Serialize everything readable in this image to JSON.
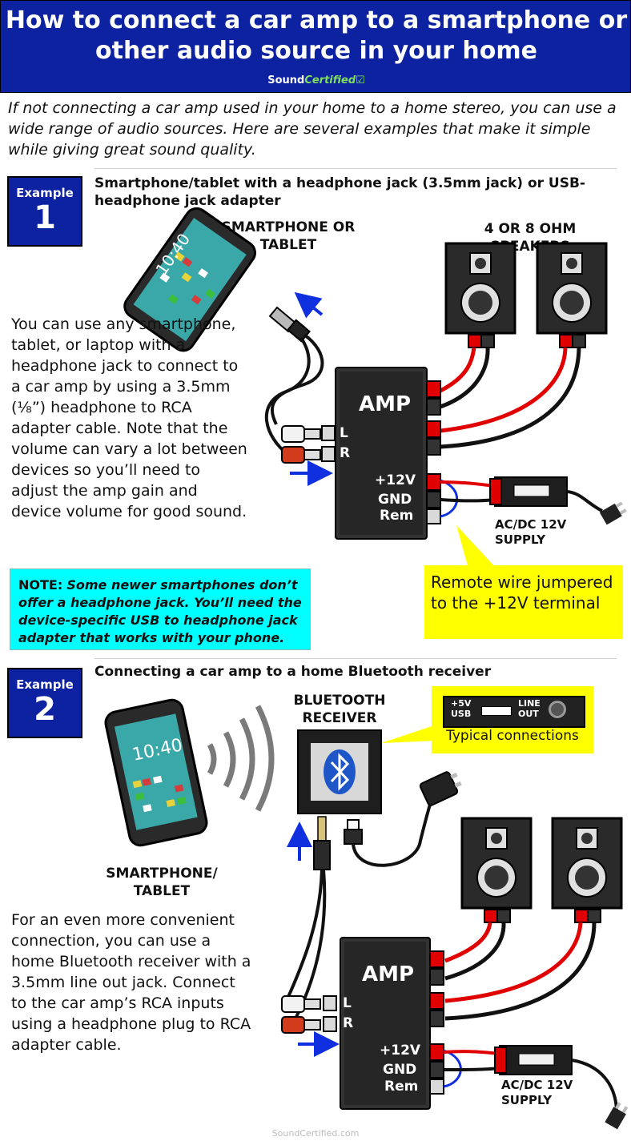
{
  "header": {
    "title": "How to connect a car amp to a smartphone or other audio source in your home",
    "brand_sound": "Sound",
    "brand_certified": "Certified"
  },
  "intro": "If not connecting a car amp used in your home to a home stereo, you can use a wide range of audio sources. Here are several examples that make it simple while giving great sound quality.",
  "example1": {
    "badge_label": "Example",
    "badge_number": "1",
    "title": "Smartphone/tablet with a headphone jack (3.5mm jack) or USB-headphone jack adapter",
    "device_label": "SMARTPHONE OR TABLET",
    "speakers_label": "4 OR 8 OHM SPEAKERS",
    "phone_time": "10:40",
    "body": "You can use any smartphone, tablet, or laptop with a headphone jack to connect to a car amp by using a 3.5mm (⅛”) headphone to RCA adapter cable. Note that the volume can vary a lot between devices so you’ll need to adjust the amp gain and device volume for good sound.",
    "note_label": "NOTE:",
    "note_text": "Some newer smartphones don’t offer a headphone jack. You’ll need the device-specific USB to headphone jack adapter that works with your phone.",
    "amp_label": "AMP",
    "input_left": "L",
    "input_right": "R",
    "term_12v": "+12V",
    "term_gnd": "GND",
    "term_rem": "Rem",
    "supply_label": "AC/DC 12V SUPPLY",
    "callout": "Remote wire jumpered to the +12V terminal"
  },
  "example2": {
    "badge_label": "Example",
    "badge_number": "2",
    "title": "Connecting a car amp to a home Bluetooth receiver",
    "receiver_label": "BLUETOOTH RECEIVER",
    "device_label": "SMARTPHONE/ TABLET",
    "phone_time": "10:40",
    "conn_usb": "+5V USB",
    "conn_line": "LINE OUT",
    "typical": "Typical connections",
    "body": "For an even more convenient connection, you can use a home Bluetooth receiver with a 3.5mm line out jack. Connect to the car amp’s RCA inputs using a headphone plug to RCA adapter cable.",
    "amp_label": "AMP",
    "input_left": "L",
    "input_right": "R",
    "term_12v": "+12V",
    "term_gnd": "GND",
    "term_rem": "Rem",
    "supply_label": "AC/DC 12V SUPPLY"
  },
  "footer": "SoundCertified.com",
  "colors": {
    "header_bg": "#0d22a0",
    "note_bg": "#00ffff",
    "callout_bg": "#ffff00",
    "wire_red": "#e00000",
    "arrow_blue": "#1030e0",
    "brand_check": "#7fe05a"
  }
}
